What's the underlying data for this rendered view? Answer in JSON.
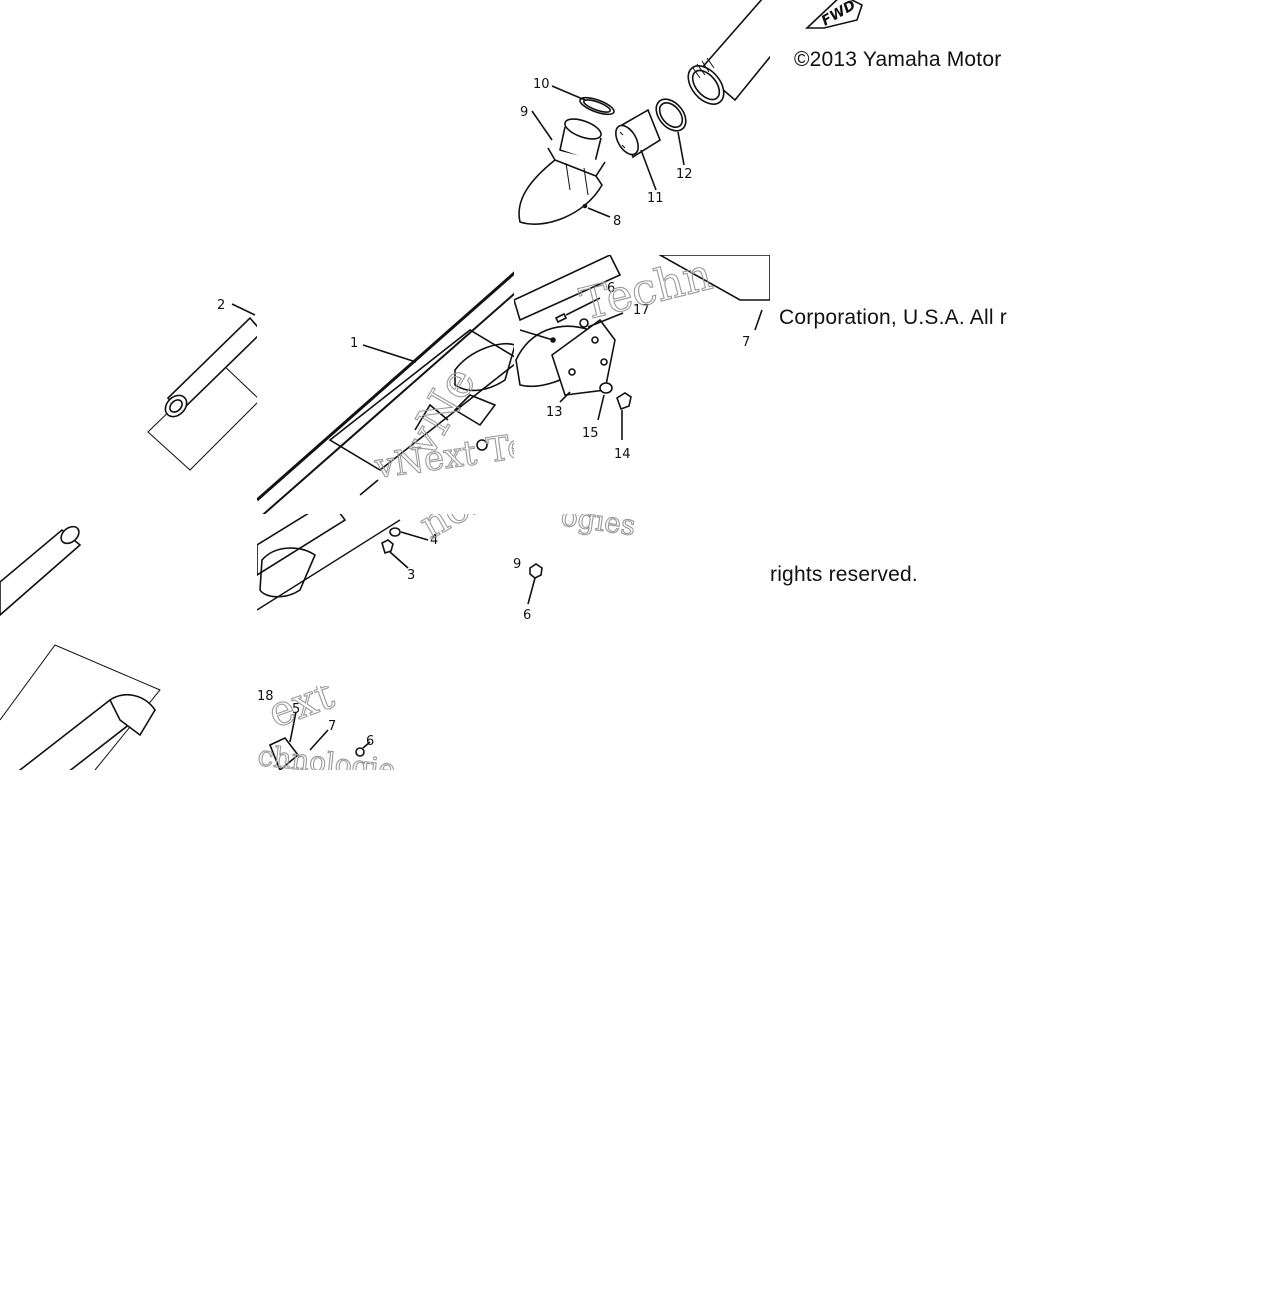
{
  "copyright": {
    "line1": "©2013 Yamaha Motor",
    "line2": "Corporation, U.S.A. All r",
    "line3": "rights reserved."
  },
  "fwd_label": "FWD",
  "watermark": {
    "text1": "vNext Tech",
    "text2": "nologies",
    "text3": "Techn",
    "text4": "vNe",
    "text5": "ext",
    "text6": "chnologie",
    "text7": "ogies"
  },
  "callouts": [
    {
      "id": "c-1",
      "label": "1"
    },
    {
      "id": "c-2",
      "label": "2"
    },
    {
      "id": "c-3",
      "label": "3"
    },
    {
      "id": "c-4",
      "label": "4"
    },
    {
      "id": "c-5",
      "label": "5"
    },
    {
      "id": "c-6",
      "label": "6"
    },
    {
      "id": "c-6b",
      "label": "6"
    },
    {
      "id": "c-6c",
      "label": "6"
    },
    {
      "id": "c-7",
      "label": "7"
    },
    {
      "id": "c-7b",
      "label": "7"
    },
    {
      "id": "c-8",
      "label": "8"
    },
    {
      "id": "c-9",
      "label": "9"
    },
    {
      "id": "c-9b",
      "label": "9"
    },
    {
      "id": "c-10",
      "label": "10"
    },
    {
      "id": "c-11",
      "label": "11"
    },
    {
      "id": "c-12",
      "label": "12"
    },
    {
      "id": "c-13",
      "label": "13"
    },
    {
      "id": "c-14",
      "label": "14"
    },
    {
      "id": "c-15",
      "label": "15"
    },
    {
      "id": "c-17",
      "label": "17"
    },
    {
      "id": "c-18",
      "label": "18"
    }
  ]
}
